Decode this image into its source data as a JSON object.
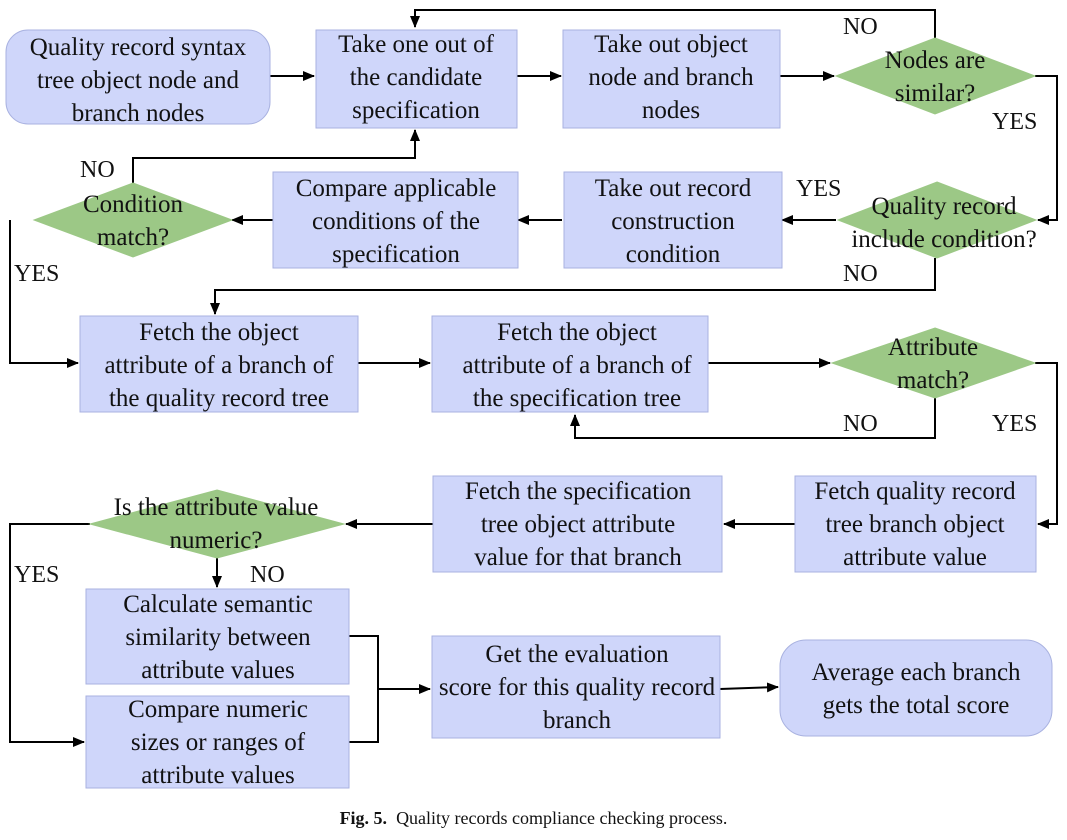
{
  "colors": {
    "box_fill": "#cfd6fa",
    "box_stroke": "#a9b2e0",
    "diamond_fill": "#9cc886",
    "line": "#000000"
  },
  "nodes": {
    "n1": [
      "Quality record syntax",
      "tree object node and",
      "branch nodes"
    ],
    "n2": [
      "Take one out of",
      "the candidate",
      "specification"
    ],
    "n3": [
      "Take out object",
      "node and branch",
      "nodes"
    ],
    "d1": [
      "Nodes are",
      "similar?"
    ],
    "d2": [
      "Quality record",
      "include condition?"
    ],
    "n4": [
      "Take out record",
      "construction",
      "condition"
    ],
    "n5": [
      "Compare applicable",
      "conditions of the",
      "specification"
    ],
    "d3": [
      "Condition",
      "match?"
    ],
    "n6": [
      "Fetch the object",
      "attribute of a branch of",
      "the quality record tree"
    ],
    "n7": [
      "Fetch the object",
      "attribute of a branch of",
      "the specification tree"
    ],
    "d4": [
      "Attribute",
      "match?"
    ],
    "n8": [
      "Fetch quality record",
      "tree branch object",
      "attribute value"
    ],
    "n9": [
      "Fetch the specification",
      "tree object attribute",
      "value for that branch"
    ],
    "d5": [
      "Is the attribute value",
      "numeric?"
    ],
    "n10": [
      "Calculate semantic",
      "similarity between",
      "attribute values"
    ],
    "n11": [
      "Compare numeric",
      "sizes or ranges of",
      "attribute values"
    ],
    "n12": [
      "Get the evaluation",
      "score for this quality record",
      "branch"
    ],
    "n13": [
      "Average each branch",
      "gets the total score"
    ]
  },
  "labels": {
    "d1_no": "NO",
    "d1_yes": "YES",
    "d2_yes": "YES",
    "d2_no": "NO",
    "d3_no": "NO",
    "d3_yes": "YES",
    "d4_no": "NO",
    "d4_yes": "YES",
    "d5_yes": "YES",
    "d5_no": "NO"
  },
  "caption": {
    "prefix": "Fig. 5.",
    "text": "Quality records compliance checking process."
  }
}
